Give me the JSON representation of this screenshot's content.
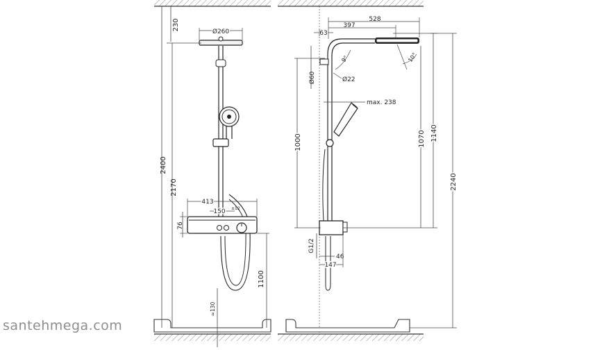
{
  "watermark": "santehmega.com",
  "front_view": {
    "dims": {
      "head_height": "230",
      "head_diameter": "Ø260",
      "total_height": "2400",
      "arm_height": "2170",
      "thermostat_width": "413",
      "connection_spacing": "150",
      "connection_tolerance": "±12",
      "thermostat_height": "76",
      "thermostat_mount_height": "1100",
      "outlet_offset": "≈130"
    }
  },
  "side_view": {
    "dims": {
      "projection_total": "528",
      "arm_reach": "397",
      "wall_offset": "63",
      "joint_angle": "9°",
      "tilt_angle": "10°",
      "wall_bracket_diameter": "Ø60",
      "pipe_diameter": "Ø22",
      "hand_shower_projection": "max. 238",
      "rail_length": "1000",
      "head_over_thermostat": "1070",
      "arm_over_thermostat": "1140",
      "overall_height": "2240",
      "inlet_thread": "G1/2",
      "inlet_depth": "46",
      "thermostat_depth": "147"
    }
  }
}
